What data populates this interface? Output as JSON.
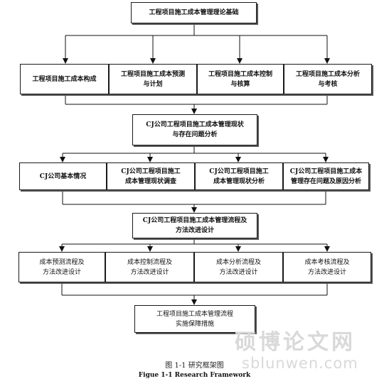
{
  "nodes": {
    "theory": {
      "lines": [
        "工程项目施工成本管理理论基础"
      ]
    },
    "l1": [
      {
        "lines": [
          "工程项目施工成本构成"
        ]
      },
      {
        "lines": [
          "工程项目施工成本预测",
          "与计划"
        ]
      },
      {
        "lines": [
          "工程项目施工成本控制",
          "与核算"
        ]
      },
      {
        "lines": [
          "工程项目施工成本分析",
          "与考核"
        ]
      }
    ],
    "status": {
      "lines": [
        "CJ公司工程项目施工成本管理现状",
        "与存在问题分析"
      ]
    },
    "l2": [
      {
        "lines": [
          "CJ公司基本情况"
        ]
      },
      {
        "lines": [
          "CJ公司工程项目施工",
          "成本管理现状调查"
        ]
      },
      {
        "lines": [
          "CJ公司工程项目施工",
          "成本管理现状分析"
        ]
      },
      {
        "lines": [
          "CJ公司工程项目施工成本",
          "管理存在问题及原因分析"
        ]
      }
    ],
    "process": {
      "lines": [
        "CJ公司工程项目施工成本管理流程及",
        "方法改进设计"
      ]
    },
    "l3": [
      {
        "lines": [
          "成本预测流程及",
          "方法改进设计"
        ]
      },
      {
        "lines": [
          "成本控制流程及",
          "方法改进设计"
        ]
      },
      {
        "lines": [
          "成本分析流程及",
          "方法改进设计"
        ]
      },
      {
        "lines": [
          "成本考核流程及",
          "方法改进设计"
        ]
      }
    ],
    "measures": {
      "lines": [
        "工程项目施工成本管理流程",
        "实施保障措施"
      ]
    }
  },
  "caption": {
    "cn": "图 1-1 研究框架图",
    "en": "Figue 1-1 Research Framework"
  },
  "watermark": {
    "cn": "硕博论文网",
    "url": "sblunwen.com"
  }
}
